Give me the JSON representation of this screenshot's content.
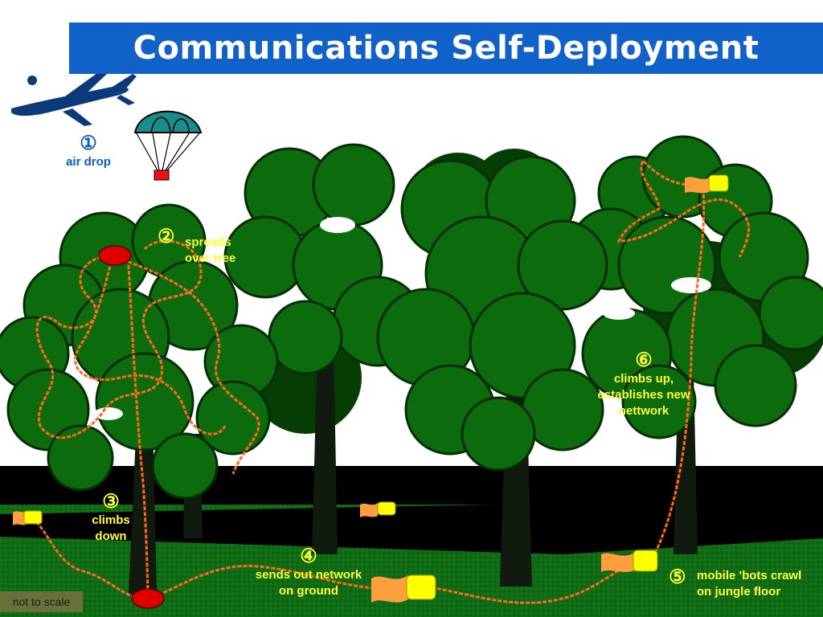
{
  "title": "Communications Self-Deployment",
  "steps": [
    {
      "num": "①",
      "text": "air drop"
    },
    {
      "num": "②",
      "line1": "spreads",
      "line2": "over tree"
    },
    {
      "num": "③",
      "line1": "climbs",
      "line2": "down"
    },
    {
      "num": "④",
      "line1": "sends out network",
      "line2": "on ground"
    },
    {
      "num": "⑤",
      "line1": "mobile 'bots crawl",
      "line2": "on jungle floor"
    },
    {
      "num": "⑥",
      "line1": "climbs up,",
      "line2": "establishes new",
      "line3": "nettwork"
    }
  ],
  "scale_note": "not to scale",
  "colors": {
    "title_bar": "#1062c8",
    "foliage": "#0c6b0c",
    "foliage_dark": "#064006",
    "ground": "#0f6b14",
    "cable": "#ff6a1a",
    "robot_orange": "#ff9e3d",
    "robot_yellow": "#ffff00",
    "robot_red": "#dd0000",
    "label_yellow": "#ffff33",
    "label_blue": "#0c5cb8"
  },
  "icons": [
    "airplane-icon",
    "parachute-icon",
    "robot-red",
    "robot-orange-yellow"
  ]
}
